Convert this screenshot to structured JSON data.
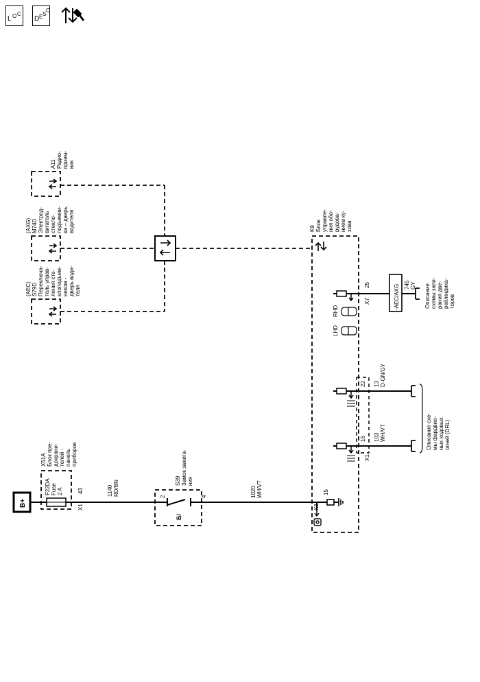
{
  "header": {
    "loc_icon": {
      "big": "L",
      "small": "O",
      "small2": "C",
      "name": "location-icon"
    },
    "desc_icon": {
      "big": "D",
      "small": "E",
      "small2": "S",
      "small3": "C",
      "name": "description-icon"
    },
    "service_icon": "up-down-arrows-wrench-icon"
  },
  "power": {
    "label": "B+"
  },
  "fuse_block": {
    "ref": "X51A",
    "name_lines": [
      "Блок пре-",
      "дохрани-",
      "телей -",
      "панель",
      "приборов"
    ],
    "fuse_lines": [
      "F22DA",
      "Fuse",
      "2 A"
    ],
    "conn": "X1",
    "pin": "43"
  },
  "wire_1140": {
    "num": "1140",
    "color": "RD/BN"
  },
  "ignition_switch": {
    "ref": "S39",
    "name_lines": [
      "Замок зажига-",
      "ния"
    ],
    "pin_in": "2",
    "pin_out": "4",
    "symbol": "Б/"
  },
  "wire_1020": {
    "num": "1020",
    "color": "WH/VT"
  },
  "control_module": {
    "ref": "K9",
    "name_lines": [
      "Блок",
      "управле-",
      "ния обо-",
      "рудова-",
      "нием ку-",
      "зова"
    ],
    "x3": {
      "conn": "X3",
      "pin": "15"
    },
    "x1": {
      "conn": "X1",
      "pin_a": "16",
      "pin_b": "22"
    },
    "x7": {
      "conn": "X7",
      "pin": "25"
    }
  },
  "wire_103": {
    "num": "103",
    "color": "WH/VT"
  },
  "wire_13": {
    "num": "13",
    "color": "D-GN/GY"
  },
  "wire_745": {
    "num": "745",
    "color": "GY"
  },
  "aec_axg_box": {
    "label": "-AEC/AXG"
  },
  "lhd_label": "LHD",
  "rhd_label": "RHD",
  "drl_ref": {
    "lines": [
      "Описание схе-",
      "мы фардвие-",
      "ных ходовых",
      "огней (DRL)"
    ]
  },
  "lock_ref": {
    "lines": [
      "Описание",
      "схемы запи-",
      "рания две-",
      "рей/индика-",
      "торов"
    ]
  },
  "s79d": {
    "option": "(AEC)",
    "ref": "S79D",
    "name_lines": [
      "Переключа-",
      "тель управ-",
      "ления сте-",
      "клоподъем-",
      "ником -",
      "дверь води-",
      "теля"
    ]
  },
  "m74d": {
    "option": "(AXG)",
    "ref": "M74D",
    "name_lines": [
      "Электрод-",
      "вигатель",
      "стекло-",
      "подъемни-",
      "ка – дверь",
      "водителя"
    ]
  },
  "a11": {
    "ref": "A11",
    "name_lines": [
      "Радио-",
      "прием-",
      "ник"
    ]
  }
}
